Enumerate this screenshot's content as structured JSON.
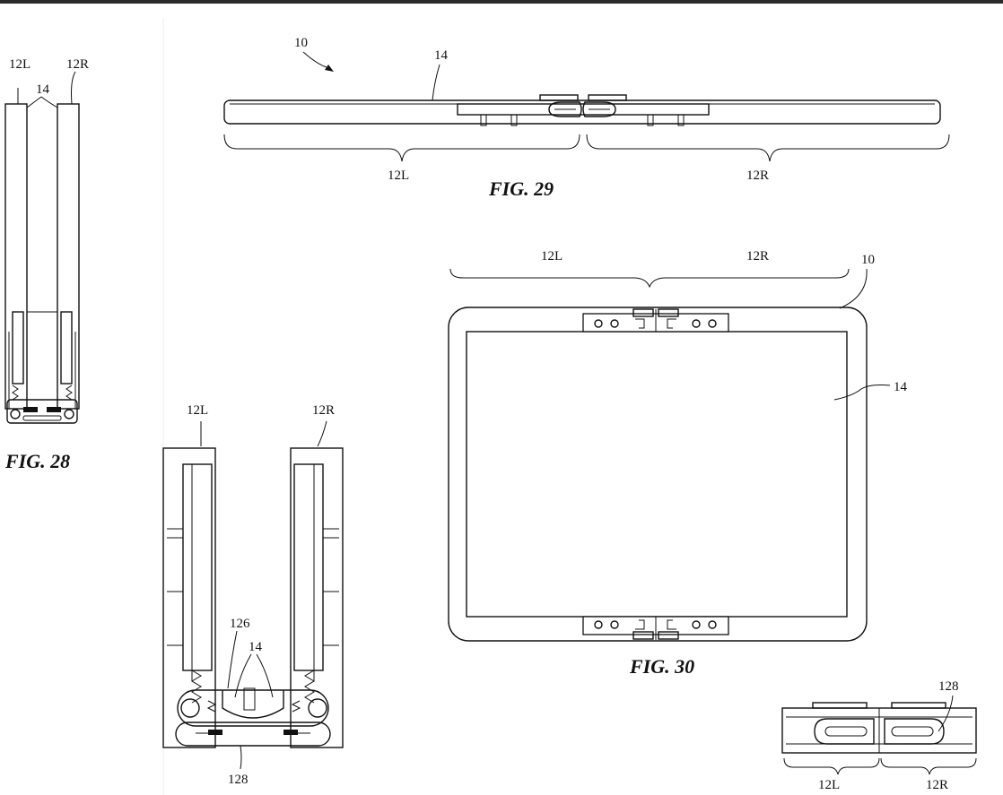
{
  "figures": {
    "fig28": {
      "caption": "FIG. 28",
      "labels": {
        "left": "12L",
        "right": "12R",
        "screen": "14"
      }
    },
    "fig29": {
      "caption": "FIG. 29",
      "labels": {
        "device": "10",
        "screen": "14",
        "left": "12L",
        "right": "12R"
      }
    },
    "fig30": {
      "caption": "FIG. 30",
      "labels": {
        "left": "12L",
        "right": "12R",
        "device": "10",
        "screen": "14"
      }
    },
    "fig31": {
      "labels": {
        "left": "12L",
        "right": "12R",
        "hinge_a": "126",
        "screen": "14",
        "hinge_b": "128"
      }
    },
    "fig32": {
      "labels": {
        "hinge": "128",
        "left": "12L",
        "right": "12R"
      }
    }
  },
  "colors": {
    "ink": "#111111",
    "paper": "#ffffff",
    "top_bar": "#2a2a2a"
  }
}
